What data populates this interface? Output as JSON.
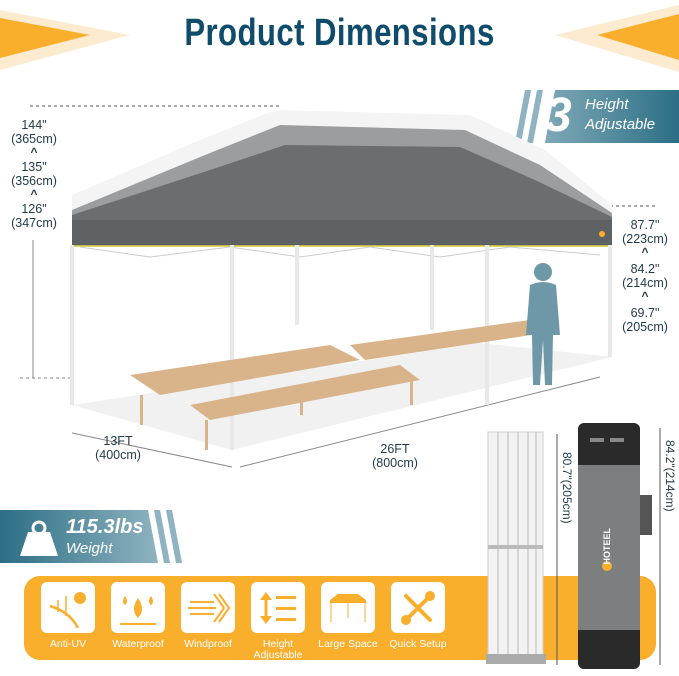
{
  "title": "Product Dimensions",
  "height_badge": {
    "number": "3",
    "line1": "Height",
    "line2": "Adjustable"
  },
  "canopy_heights": [
    {
      "in": "144\"",
      "cm": "(365cm)"
    },
    {
      "in": "135\"",
      "cm": "(356cm)"
    },
    {
      "in": "126\"",
      "cm": "(347cm)"
    }
  ],
  "eave_heights": [
    {
      "in": "87.7\"",
      "cm": "(223cm)"
    },
    {
      "in": "84.2\"",
      "cm": "(214cm)"
    },
    {
      "in": "69.7\"",
      "cm": "(205cm)"
    }
  ],
  "width": {
    "ft": "13FT",
    "cm": "(400cm)"
  },
  "length": {
    "ft": "26FT",
    "cm": "(800cm)"
  },
  "weight": {
    "value": "115.3lbs",
    "label": "Weight"
  },
  "features": [
    {
      "label": "Anti-UV",
      "icon": "sun-uv-icon"
    },
    {
      "label": "Waterproof",
      "icon": "water-drops-icon"
    },
    {
      "label": "Windproof",
      "icon": "wind-icon"
    },
    {
      "label": "Height Adjustable",
      "icon": "height-adjust-icon"
    },
    {
      "label": "Large Space",
      "icon": "canopy-icon"
    },
    {
      "label": "Quick Setup",
      "icon": "tools-icon"
    }
  ],
  "folded_frame_height": "80.7\"(205cm)",
  "bag_height": "84.2\"(214cm)",
  "brand": "HOTEEL",
  "colors": {
    "accent": "#f9ae2c",
    "teal": "#2c6e85",
    "title": "#0f4c6b",
    "canopy": "#6b6e70"
  }
}
